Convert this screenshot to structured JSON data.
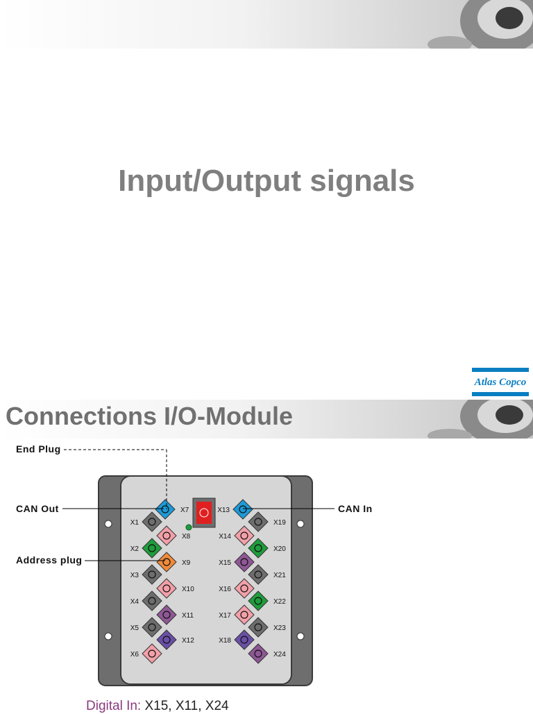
{
  "slide1": {
    "title": "Input/Output signals"
  },
  "slide2": {
    "title": "Connections I/O-Module",
    "logo_text": "Atlas Copco",
    "callouts": [
      {
        "name": "end-plug-callout",
        "label": "End Plug"
      },
      {
        "name": "can-out-callout",
        "label": "CAN Out"
      },
      {
        "name": "address-plug-callout",
        "label": "Address plug"
      },
      {
        "name": "can-in-callout",
        "label": "CAN In"
      }
    ],
    "connectors": [
      {
        "id": "X1",
        "color": "#6d6d6d"
      },
      {
        "id": "X2",
        "color": "#1f9c3c"
      },
      {
        "id": "X3",
        "color": "#6d6d6d"
      },
      {
        "id": "X4",
        "color": "#6d6d6d"
      },
      {
        "id": "X5",
        "color": "#6d6d6d"
      },
      {
        "id": "X6",
        "color": "#f2a0a8"
      },
      {
        "id": "X7",
        "color": "#1d9ad8"
      },
      {
        "id": "X8",
        "color": "#f2a0a8"
      },
      {
        "id": "X9",
        "color": "#f08a3a"
      },
      {
        "id": "X10",
        "color": "#f2a0a8"
      },
      {
        "id": "X11",
        "color": "#8e5795"
      },
      {
        "id": "X12",
        "color": "#6a4fa6"
      },
      {
        "id": "X13",
        "color": "#1d9ad8"
      },
      {
        "id": "X14",
        "color": "#f2a0a8"
      },
      {
        "id": "X15",
        "color": "#8e5795"
      },
      {
        "id": "X16",
        "color": "#f2a0a8"
      },
      {
        "id": "X17",
        "color": "#f2a0a8"
      },
      {
        "id": "X18",
        "color": "#6a4fa6"
      },
      {
        "id": "X19",
        "color": "#6d6d6d"
      },
      {
        "id": "X20",
        "color": "#1f9c3c"
      },
      {
        "id": "X21",
        "color": "#6d6d6d"
      },
      {
        "id": "X22",
        "color": "#1f9c3c"
      },
      {
        "id": "X23",
        "color": "#6d6d6d"
      },
      {
        "id": "X24",
        "color": "#8e5795"
      }
    ],
    "display_color": "#e02020",
    "status_led_color": "#1f9c3c",
    "caption": {
      "label": "Digital In:",
      "values": "X15, X11, X24"
    }
  }
}
